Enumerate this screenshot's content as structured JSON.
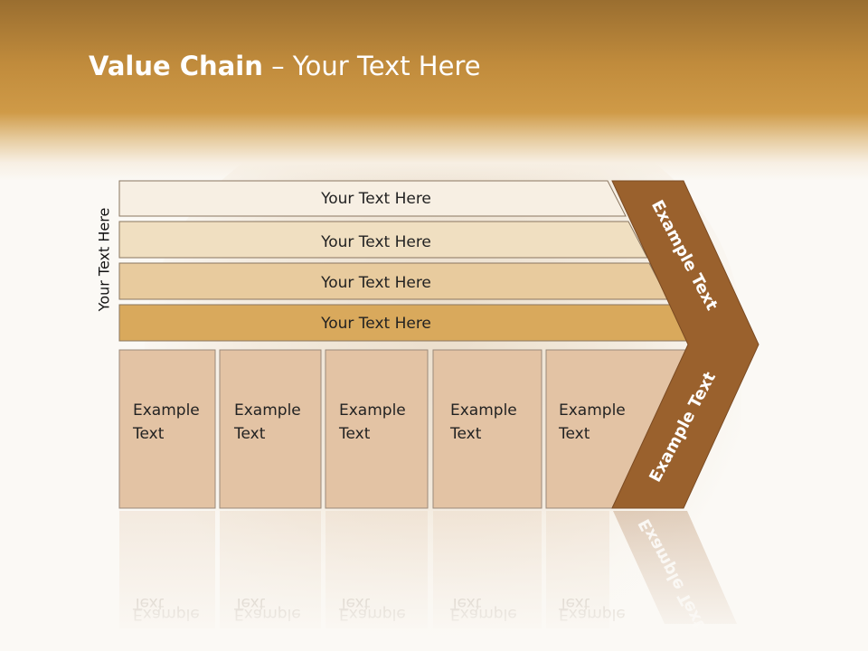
{
  "slide": {
    "title_bold": "Value Chain",
    "title_rest": " – Your Text Here",
    "side_label": "Your Text Here"
  },
  "bars": [
    {
      "label": "Your Text Here",
      "color": "#f7efe3"
    },
    {
      "label": "Your Text Here",
      "color": "#f0dfc1"
    },
    {
      "label": "Your Text Here",
      "color": "#e8cb9e"
    },
    {
      "label": "Your Text Here",
      "color": "#d9a95c"
    }
  ],
  "columns": [
    {
      "line1": "Example",
      "line2": "Text"
    },
    {
      "line1": "Example",
      "line2": "Text"
    },
    {
      "line1": "Example",
      "line2": "Text"
    },
    {
      "line1": "Example",
      "line2": "Text"
    },
    {
      "line1": "Example",
      "line2": "Text"
    }
  ],
  "chevron": {
    "upper_label": "Example Text",
    "lower_label": "Example Text",
    "color": "#9a612d"
  },
  "colors": {
    "column_fill": "#e3c3a4",
    "column_border": "#9b8a7a",
    "bar_border": "#8a7660"
  }
}
